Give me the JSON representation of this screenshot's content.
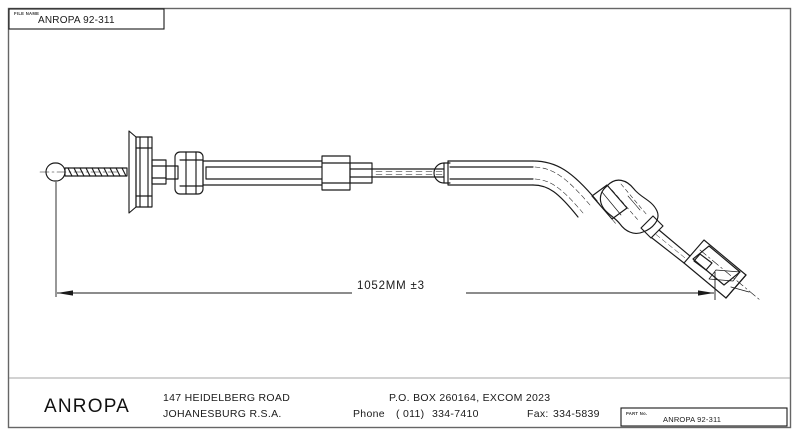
{
  "drawing": {
    "title_block": {
      "file_name_label": "FILE NAME",
      "file_name_value": "ANROPA 92-311",
      "part_no_label": "PART No.",
      "part_no_value": "ANROPA 92-311"
    },
    "dimension": {
      "length_callout": "1052MM  ±3",
      "value_mm": 1052,
      "tolerance_mm": 3,
      "unit": "MM"
    },
    "company": {
      "name": "ANROPA",
      "address_line_1": "147 HEIDELBERG ROAD",
      "address_line_2": "JOHANESBURG R.S.A.",
      "postal_line": "P.O. BOX 260164, EXCOM 2023",
      "phone_label": "Phone",
      "phone_code": "( 011)",
      "phone_number": "334-7410",
      "fax_label": "Fax:",
      "fax_number": "334-5839"
    },
    "colors": {
      "line": "#1a1a1a",
      "frame": "#555555",
      "paper": "#ffffff"
    },
    "subject": "cable assembly technical drawing"
  }
}
